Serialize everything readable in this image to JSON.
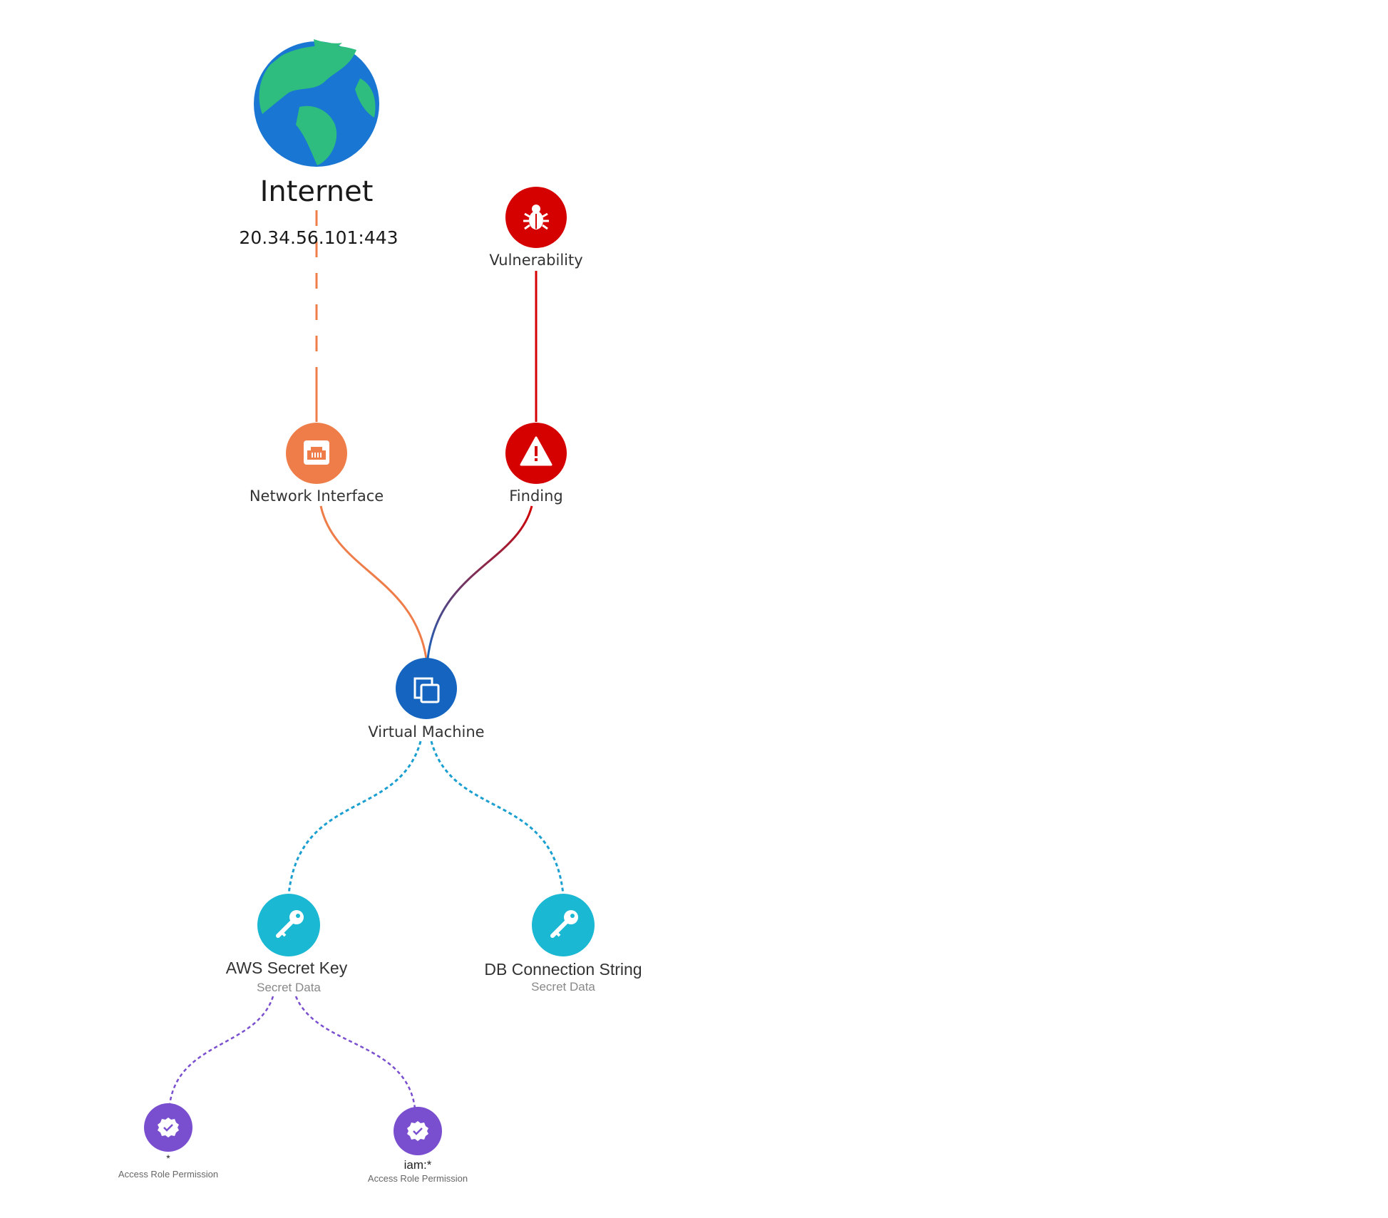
{
  "nodes": {
    "internet": {
      "label": "Internet",
      "address": "20.34.56.101:443",
      "icon": "globe-icon"
    },
    "vulnerability": {
      "label": "Vulnerability",
      "icon": "bug-icon",
      "color": "#d50000"
    },
    "network_interface": {
      "label": "Network Interface",
      "icon": "ethernet-port-icon",
      "color": "#ef7d4a"
    },
    "finding": {
      "label": "Finding",
      "icon": "warning-icon",
      "color": "#d50000"
    },
    "virtual_machine": {
      "label": "Virtual Machine",
      "icon": "copy-windows-icon",
      "color": "#1565c0"
    },
    "aws_secret_key": {
      "label": "AWS Secret Key",
      "sublabel": "Secret Data",
      "icon": "key-icon",
      "color": "#1ab8d2"
    },
    "db_connection_string": {
      "label": "DB Connection String",
      "sublabel": "Secret Data",
      "icon": "key-icon",
      "color": "#1ab8d2"
    },
    "permission_star": {
      "label": "*",
      "sublabel": "Access Role Permission",
      "icon": "verified-badge-icon",
      "color": "#7a4fcf"
    },
    "permission_iam": {
      "label": "iam:*",
      "sublabel": "Access Role Permission",
      "icon": "verified-badge-icon",
      "color": "#7a4fcf"
    }
  },
  "edge_colors": {
    "exposure": "#ef7d4a",
    "vulnerability": "#d50000",
    "secret": "#1a9fd0",
    "permission": "#7a4fcf"
  }
}
